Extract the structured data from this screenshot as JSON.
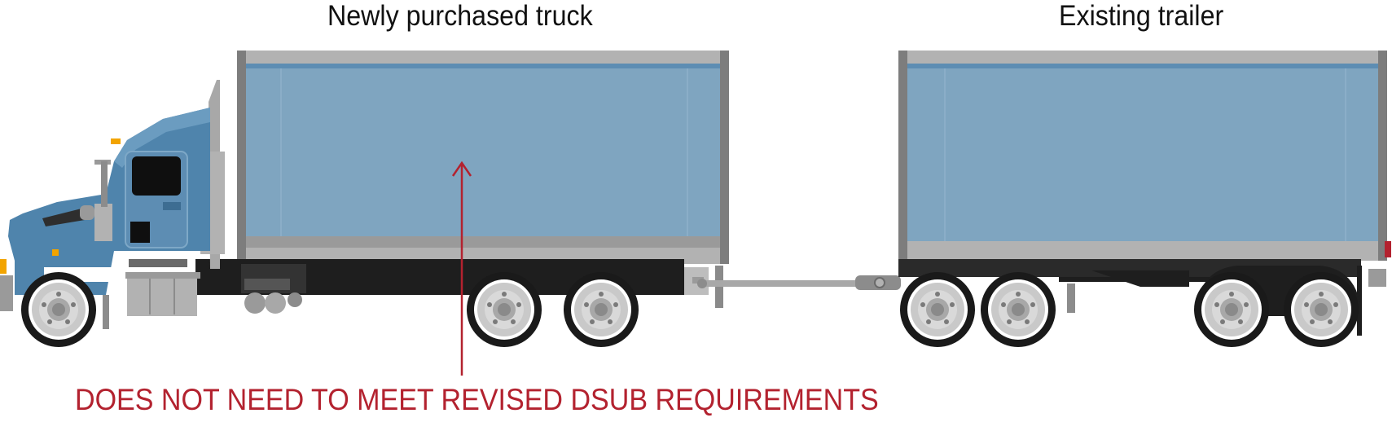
{
  "labels": {
    "truck": "Newly purchased truck",
    "trailer": "Existing trailer",
    "note": "DOES NOT NEED TO MEET REVISED DSUB REQUIREMENTS"
  },
  "colors": {
    "cab_blue": "#4f84ac",
    "cargo_blue": "#7fa5c0",
    "frame_gray": "#8c8c8c",
    "light_gray": "#b2b2b2",
    "chassis_black": "#1e1e1e",
    "note_red": "#b3222f"
  }
}
